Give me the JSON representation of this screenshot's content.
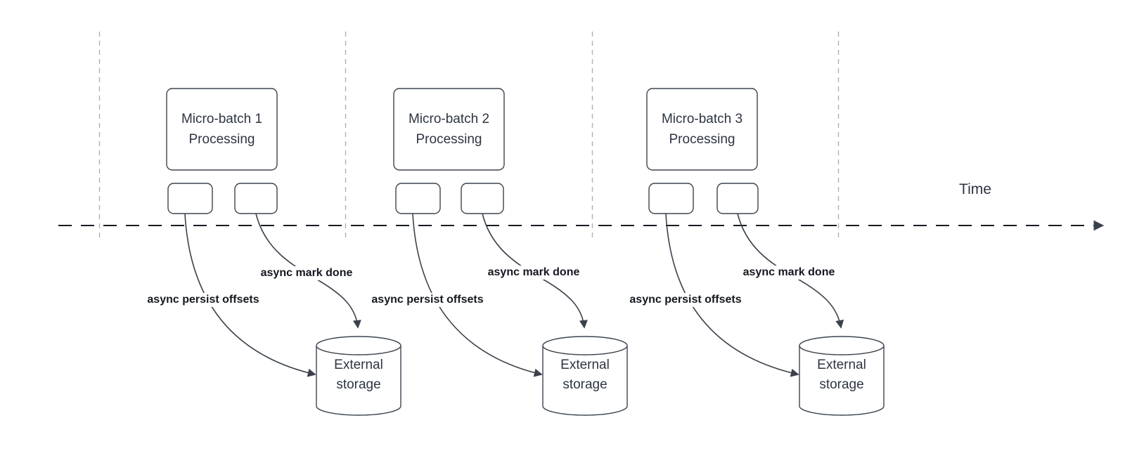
{
  "timeline": {
    "label": "Time"
  },
  "batches": [
    {
      "title_lines": [
        "Micro-batch 1",
        "Processing"
      ],
      "persist_label": "async persist offsets",
      "mark_done_label": "async mark done",
      "storage_lines": [
        "External",
        "storage"
      ]
    },
    {
      "title_lines": [
        "Micro-batch 2",
        "Processing"
      ],
      "persist_label": "async persist offsets",
      "mark_done_label": "async mark done",
      "storage_lines": [
        "External",
        "storage"
      ]
    },
    {
      "title_lines": [
        "Micro-batch 3",
        "Processing"
      ],
      "persist_label": "async persist offsets",
      "mark_done_label": "async mark done",
      "storage_lines": [
        "External",
        "storage"
      ]
    }
  ],
  "colors": {
    "shape_stroke": "#3d454f",
    "timeline_stroke": "#171c22",
    "guide_stroke": "#b0b0b0",
    "title_text": "#2d3542",
    "label_text": "#14181f",
    "background": "#ffffff"
  }
}
